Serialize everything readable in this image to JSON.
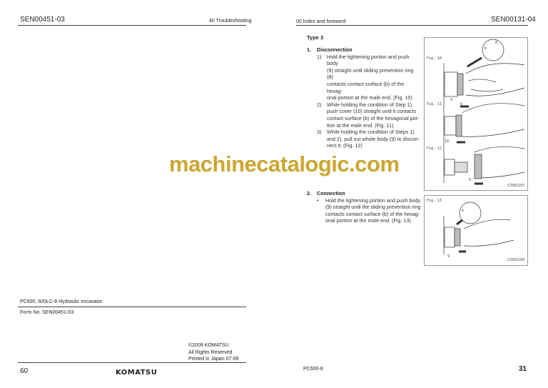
{
  "left_page": {
    "doc_number": "SEN00451-03",
    "section": "40 Troubleshooting",
    "model_title": "PC600, 600LC-8 Hydraulic excavator",
    "form_no": "Form No. SEN00451-03",
    "copyright": [
      "©2009 KOMATSU",
      "All Rights Reserved",
      "Printed in Japan 07-09"
    ],
    "page_number": "60",
    "logo": "KOMATSU"
  },
  "right_page": {
    "section": "00 Index and foreword",
    "doc_number": "SEN00131-04",
    "heading": "Type 3",
    "disconnection": {
      "num": "1.",
      "title": "Disconnection",
      "steps": [
        {
          "n": "1)",
          "lines": [
            "Hold the tightening portion and push body",
            "(9) straight until sliding prevention ring (8)",
            "contacts contact surface (b) of the hexag-",
            "onal portion at the male end. (Fig. 10)"
          ]
        },
        {
          "n": "2)",
          "lines": [
            "While holding the condition of Step 1),",
            "push cover (10) straight until it contacts",
            "contact surface (b) of the hexagonal por-",
            "tion at the male end. (Fig. 11)"
          ]
        },
        {
          "n": "3)",
          "lines": [
            "While holding the condition of Steps 1)",
            "and 2), pull out whole body (9) to discon-",
            "nect it. (Fig. 12)"
          ]
        }
      ]
    },
    "connection": {
      "num": "2.",
      "title": "Connection",
      "bullet": "•",
      "lines": [
        "Hold the tightening portion and push body",
        "(9) straight until the sliding prevention ring",
        "contacts contact surface (b) of the hexag-",
        "onal portion at the male end. (Fig. 13)"
      ]
    },
    "figures": {
      "fig10": "Fig. 10",
      "fig11": "Fig. 11",
      "fig12": "Fig. 12",
      "fig13": "Fig. 13",
      "code1": "SJ502107",
      "code2": "SJ502108",
      "callouts": {
        "b": "b",
        "eight": "8",
        "nine": "9",
        "ten": "10"
      }
    },
    "model": "PC600-8",
    "page_number": "31"
  },
  "watermark": "machinecatalogic.com",
  "colors": {
    "watermark": "#c9a227"
  }
}
